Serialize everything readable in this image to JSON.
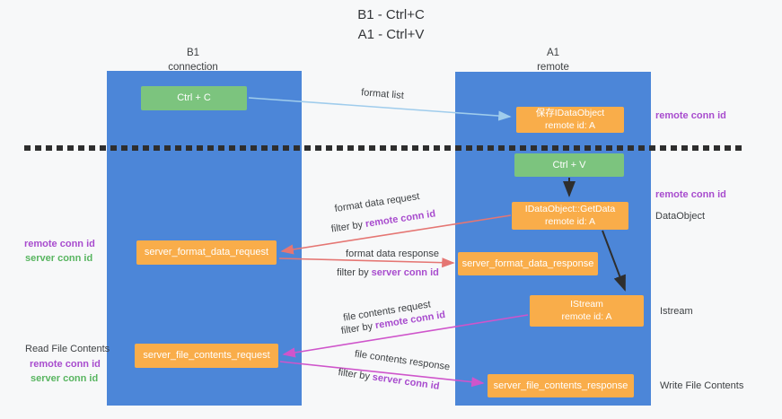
{
  "title": {
    "line1": "B1 - Ctrl+C",
    "line2": "A1 - Ctrl+V"
  },
  "columns": {
    "left": {
      "name": "B1",
      "role": "connection"
    },
    "right": {
      "name": "A1",
      "role": "remote"
    }
  },
  "boxes": {
    "ctrl_c": {
      "label": "Ctrl + C"
    },
    "ctrl_v": {
      "label": "Ctrl + V"
    },
    "save_idataobject": {
      "line1": "保存IDataObject",
      "line2": "remote id: A"
    },
    "getdata": {
      "line1": "IDataObject::GetData",
      "line2": "remote id: A"
    },
    "istream": {
      "line1": "IStream",
      "line2": "remote id: A"
    },
    "server_format_data_request": {
      "label": "server_format_data_request"
    },
    "server_format_data_response": {
      "label": "server_format_data_response"
    },
    "server_file_contents_request": {
      "label": "server_file_contents_request"
    },
    "server_file_contents_response": {
      "label": "server_file_contents_response"
    }
  },
  "arrow_labels": {
    "format_list": "format list",
    "format_data_request": "format data request",
    "format_data_response": "format data response",
    "file_contents_request": "file contents request",
    "file_contents_response": "file contents response",
    "filter_by": "filter by ",
    "remote_conn_id": "remote conn id",
    "server_conn_id": "server conn id"
  },
  "side_labels": {
    "remote_conn_id": "remote conn id",
    "server_conn_id": "server conn id",
    "dataobject": "DataObject",
    "istream": "Istream",
    "read_file_contents": "Read File Contents",
    "write_file_contents": "Write File Contents"
  },
  "colors": {
    "column_blue": "#4c86d8",
    "box_orange": "#f9ad4a",
    "box_green": "#7cc47e",
    "arrow_light_blue": "#9fccec",
    "arrow_red": "#e57673",
    "arrow_pink": "#cf55cb",
    "arrow_black": "#2e2e2e",
    "text_purple": "#a84cce",
    "text_green": "#58b560",
    "background": "#f7f8f9"
  }
}
